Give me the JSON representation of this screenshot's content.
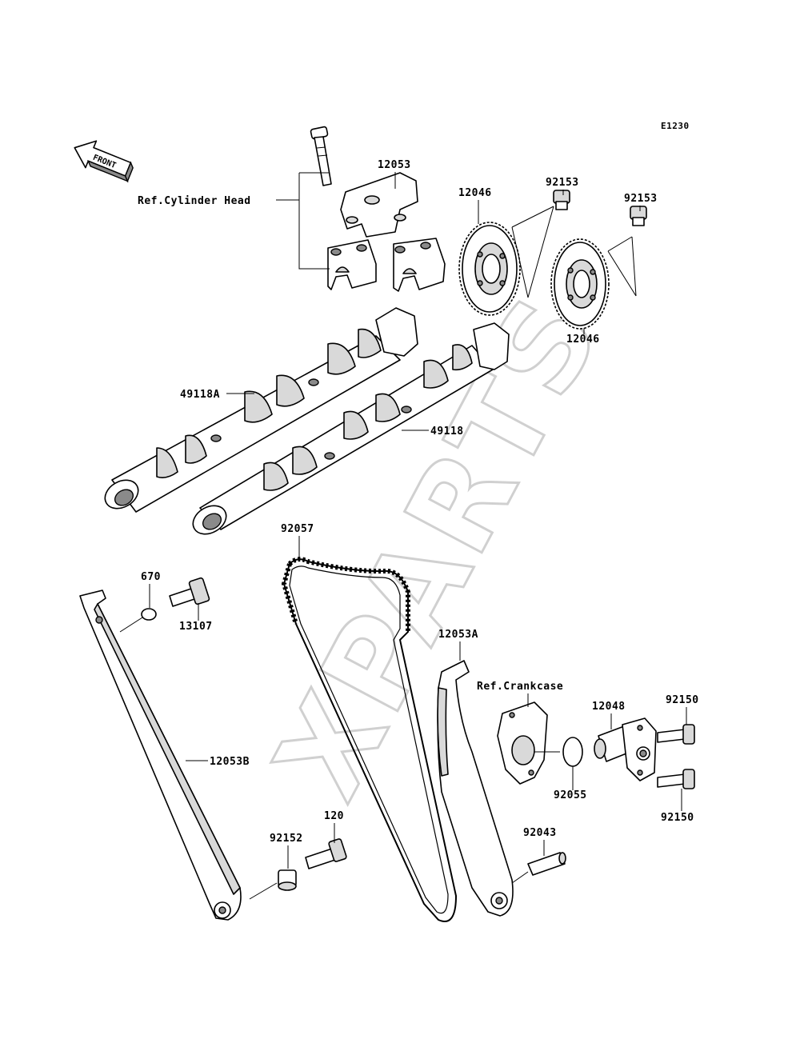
{
  "diagram": {
    "code": "E1230",
    "watermark": "XPARTS",
    "front_label": "FRONT",
    "labels": {
      "p12053": "12053",
      "ref_cyl_head": "Ref.Cylinder Head",
      "p92153_a": "92153",
      "p92153_b": "92153",
      "p12046_a": "12046",
      "p12046_b": "12046",
      "p49118A": "49118A",
      "p49118": "49118",
      "p92057": "92057",
      "p670": "670",
      "p13107": "13107",
      "p12053A": "12053A",
      "ref_crankcase": "Ref.Crankcase",
      "p12048": "12048",
      "p92150_a": "92150",
      "p92150_b": "92150",
      "p92055": "92055",
      "p12053B": "12053B",
      "p120": "120",
      "p92152": "92152",
      "p92043": "92043"
    }
  }
}
